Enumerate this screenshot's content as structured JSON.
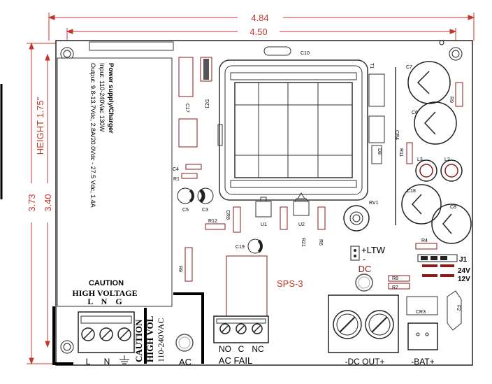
{
  "dimensions": {
    "width_outer": "4.84",
    "width_inner": "4.50",
    "height_outer": "3.73",
    "height_inner": "3.40",
    "height_label": "HEIGHT 1.75\""
  },
  "label_box": {
    "title": "Power supply/Charger",
    "input": "Input: 110-240Vac 130W",
    "output": "Output: 9.8-13.7Vdc, 2.8A/20.0Vdc - 27.5 Vdc, 1.4A"
  },
  "caution": {
    "line1": "CAUTION",
    "line2": "HIGH VOLTAGE",
    "terminal_letters": "L    N    G",
    "vertical_1": "CAUTION",
    "vertical_2": "HIGH VOL",
    "vertical_3": "110-240VAC"
  },
  "components": {
    "C10": "C10",
    "T1": "T1",
    "C17": "C17",
    "DZ1": "DZ1",
    "C7": "C7",
    "R9top": "R9",
    "C6": "C6",
    "CR4": "CR4",
    "D8": "D8",
    "R11": "R11",
    "L3": "L3",
    "L2": "L2",
    "C4": "C4",
    "R1": "R1",
    "C5": "C5",
    "C3": "C3",
    "CR8": "CR8",
    "U1": "U1",
    "U2": "U2",
    "RV1": "RV1",
    "C18": "C18",
    "C8": "C8",
    "R12": "R12",
    "R21": "R21",
    "R6": "R6",
    "C19": "C19",
    "R9": "R9",
    "R4": "R4",
    "J1": "J1",
    "R8": "R8",
    "R7": "R7",
    "CR3": "CR3",
    "F2": "F2"
  },
  "labels": {
    "ltw_plus": "+LTW",
    "ltw_minus": "-",
    "model": "SPS-3",
    "dc": "DC",
    "v24": "24V",
    "v12": "12V",
    "ac": "AC",
    "terminal_l": "L",
    "terminal_n": "N",
    "no": "NO",
    "c": "C",
    "nc": "NC",
    "ac_fail": "AC FAIL",
    "dc_out": "-DC OUT+",
    "bat": "-BAT+"
  },
  "colors": {
    "dimension": "#c0392b",
    "outline": "#111111",
    "component": "#8b1a1a",
    "led": "#aa2200"
  }
}
